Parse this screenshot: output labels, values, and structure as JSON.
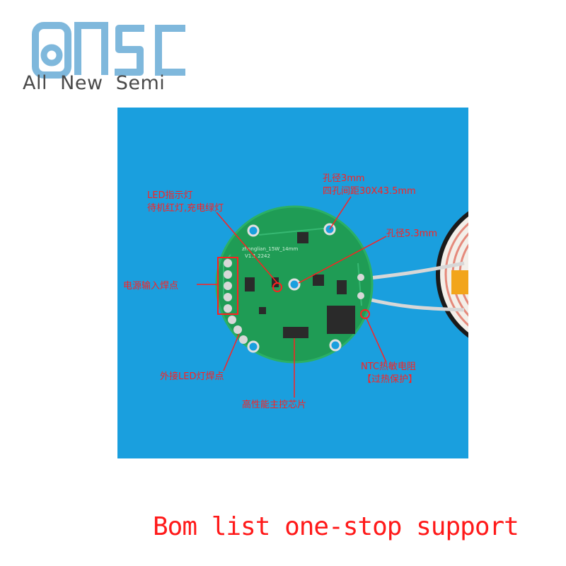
{
  "brand": {
    "logo_text": "ANSC",
    "tagline": "All  New  Semi",
    "logo_color": "#7fb8dc",
    "tagline_color": "#4a4a4a"
  },
  "photo": {
    "background_color": "#1a9fde",
    "board_color": "#1f9c55",
    "label_color": "#ff2020",
    "silkscreen": [
      "zhonglian_15W_14mm",
      "V1.1 2242"
    ],
    "labels": {
      "hole_3mm": "孔径3mm",
      "hole_spacing": "四孔间距30X43.5mm",
      "led_indicator": "LED指示灯",
      "led_states": "待机红灯,充电绿灯",
      "hole_5_3mm": "孔径5.3mm",
      "power_input": "电源输入焊点",
      "external_led": "外接LED灯焊点",
      "ntc": "NTC热敏电阻",
      "ntc_note": "【过热保护】",
      "main_chip": "高性能主控芯片"
    }
  },
  "footer": {
    "text": "Bom list one-stop support",
    "color": "#ff1a1a"
  }
}
